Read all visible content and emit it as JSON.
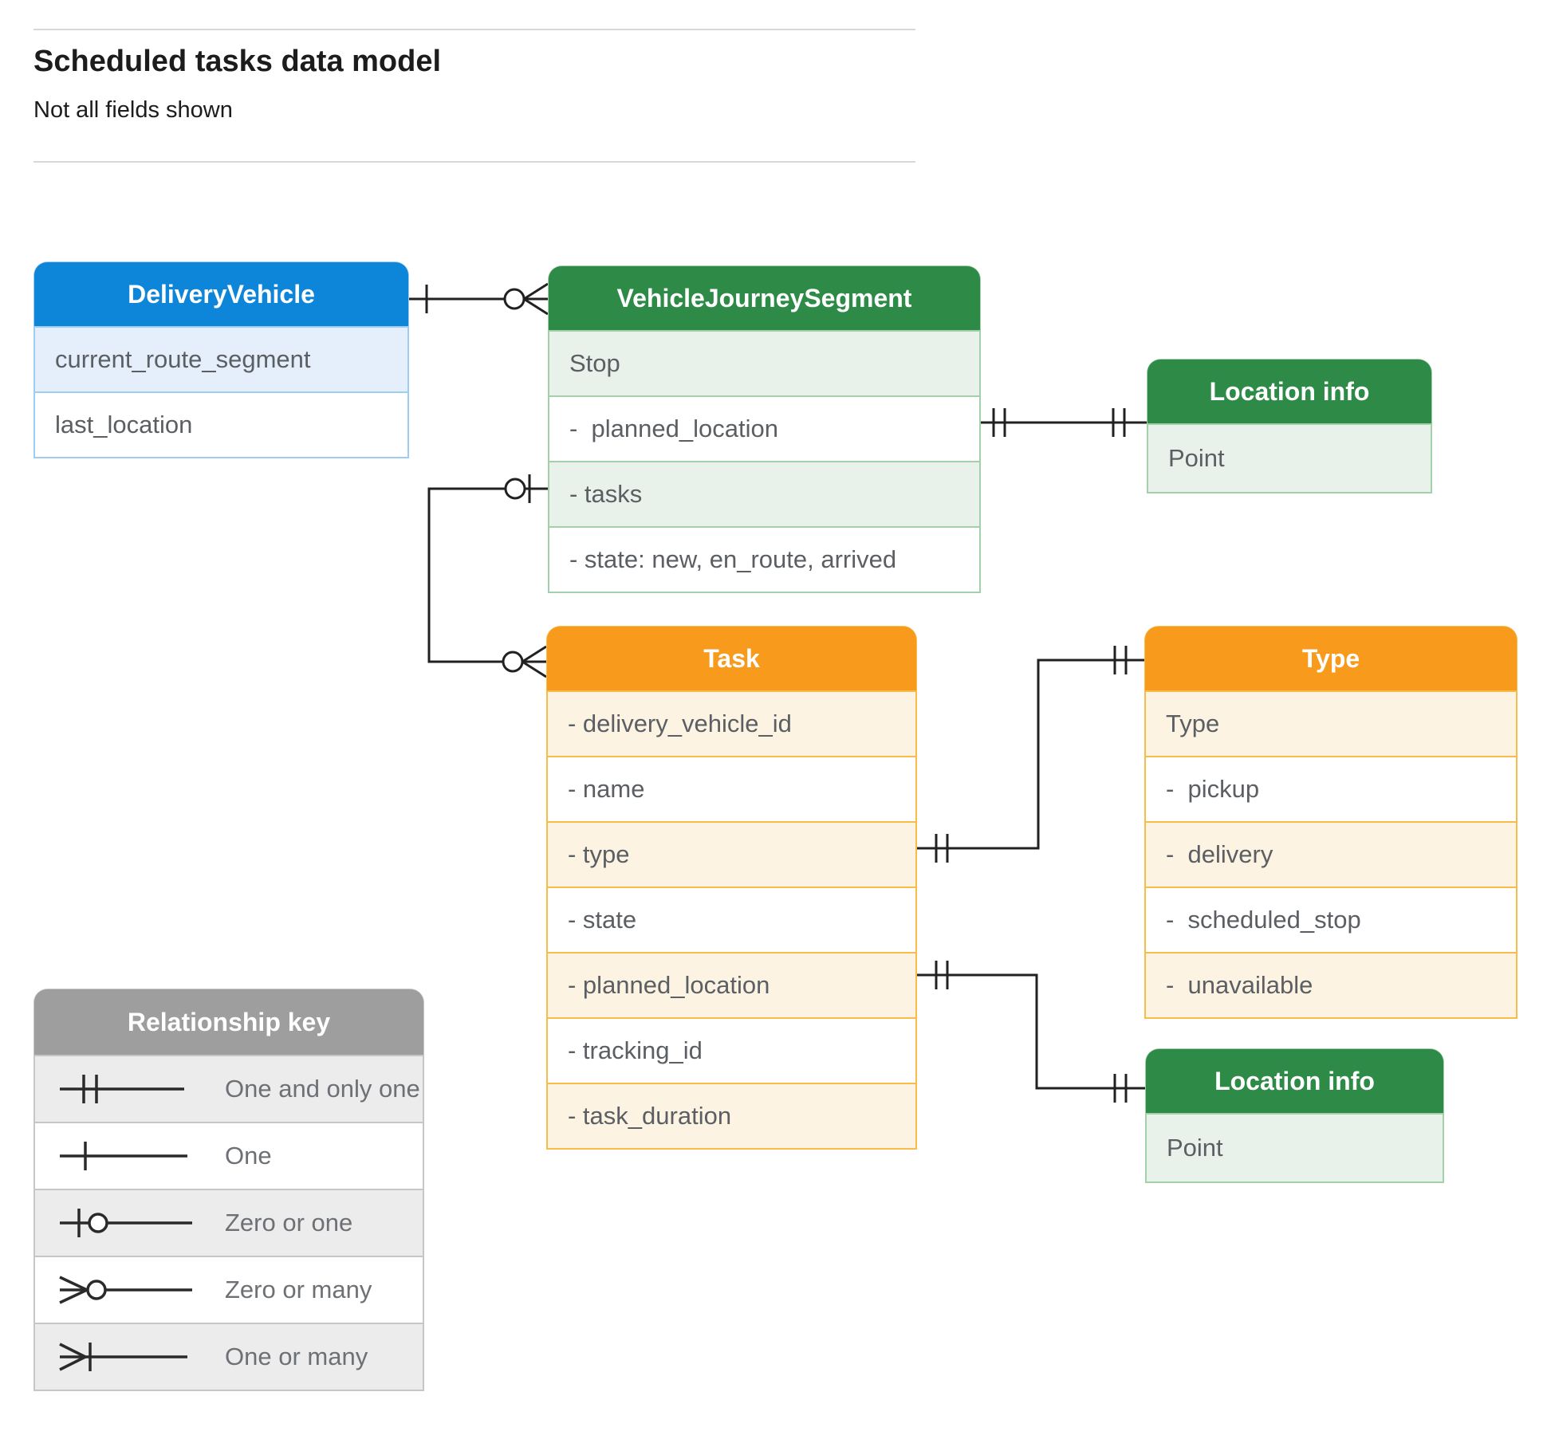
{
  "page": {
    "title": "Scheduled tasks data model",
    "subtitle": "Not all fields shown"
  },
  "colors": {
    "blue": "#0d85d8",
    "blue_light": "#e4effb",
    "blue_border": "#9fcdf1",
    "green": "#2e8b47",
    "green_light": "#e9f2ea",
    "green_border": "#a3cfaa",
    "orange": "#f89b1d",
    "orange_light": "#fdf3e2",
    "orange_border": "#f7bc49",
    "gray": "#9e9e9e",
    "gray_light": "#ececec",
    "gray_border": "#c6c6c6",
    "line": "#212121",
    "text": "#5b5f63",
    "legend_text": "#6d7175"
  },
  "entities": {
    "delivery_vehicle": {
      "title": "DeliveryVehicle",
      "fields": [
        "current_route_segment",
        "last_location"
      ]
    },
    "vehicle_journey_segment": {
      "title": "VehicleJourneySegment",
      "fields": [
        "Stop",
        "-  planned_location",
        "- tasks",
        "- state: new, en_route, arrived"
      ]
    },
    "location_info_top": {
      "title": "Location info",
      "fields": [
        "Point"
      ]
    },
    "task": {
      "title": "Task",
      "fields": [
        "- delivery_vehicle_id",
        "- name",
        "- type",
        "- state",
        "- planned_location",
        "- tracking_id",
        "- task_duration"
      ]
    },
    "type": {
      "title": "Type",
      "fields": [
        "Type",
        "-  pickup",
        "-  delivery",
        "-  scheduled_stop",
        "-  unavailable"
      ]
    },
    "location_info_bottom": {
      "title": "Location info",
      "fields": [
        "Point"
      ]
    }
  },
  "legend": {
    "title": "Relationship key",
    "items": [
      {
        "symbol": "one-and-only-one",
        "label": "One and only one"
      },
      {
        "symbol": "one",
        "label": "One"
      },
      {
        "symbol": "zero-or-one",
        "label": "Zero or one"
      },
      {
        "symbol": "zero-or-many",
        "label": "Zero or many"
      },
      {
        "symbol": "one-or-many",
        "label": "One or many"
      }
    ]
  },
  "relationships": [
    {
      "from": "DeliveryVehicle",
      "to": "VehicleJourneySegment",
      "from_cardinality": "one",
      "to_cardinality": "zero-or-many"
    },
    {
      "from": "VehicleJourneySegment.planned_location",
      "to": "Location info",
      "from_cardinality": "one-and-only-one",
      "to_cardinality": "one-and-only-one"
    },
    {
      "from": "VehicleJourneySegment.tasks",
      "to": "Task",
      "from_cardinality": "zero-or-one",
      "to_cardinality": "zero-or-many"
    },
    {
      "from": "Task.type",
      "to": "Type",
      "from_cardinality": "one-and-only-one",
      "to_cardinality": "one-and-only-one"
    },
    {
      "from": "Task.planned_location",
      "to": "Location info",
      "from_cardinality": "one-and-only-one",
      "to_cardinality": "one-and-only-one"
    }
  ]
}
